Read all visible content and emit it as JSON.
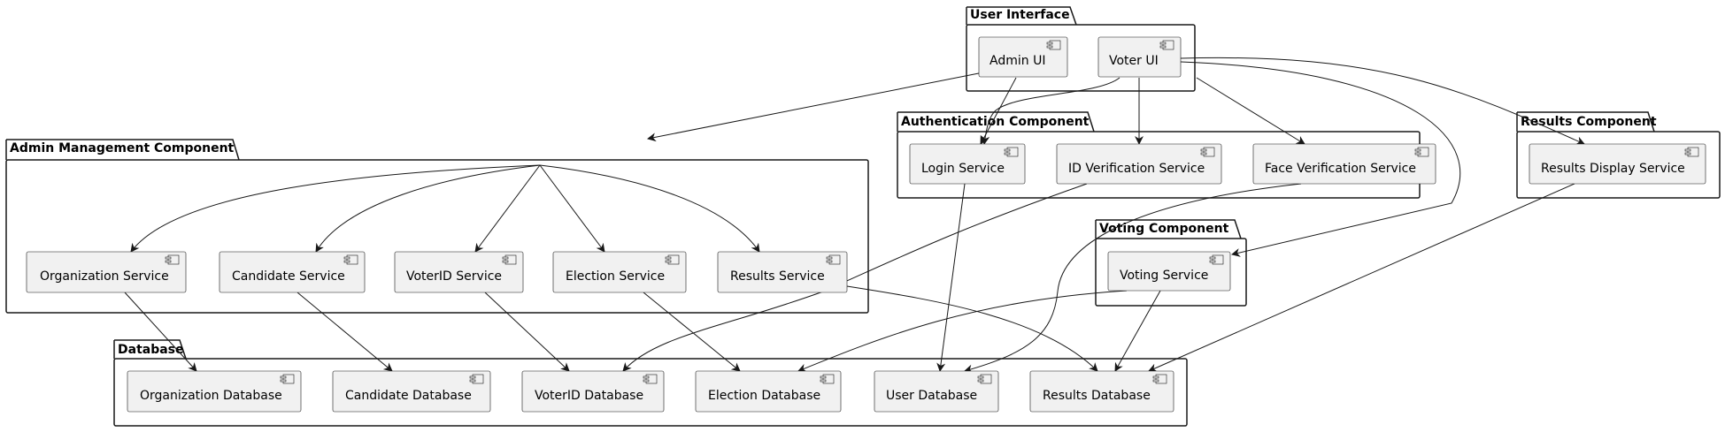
{
  "packages": {
    "user_interface": {
      "title": "User Interface"
    },
    "authentication": {
      "title": "Authentication Component"
    },
    "results": {
      "title": "Results Component"
    },
    "admin": {
      "title": "Admin Management Component"
    },
    "voting": {
      "title": "Voting Component"
    },
    "database": {
      "title": "Database"
    }
  },
  "components": {
    "admin_ui": {
      "label": "Admin UI"
    },
    "voter_ui": {
      "label": "Voter UI"
    },
    "login_service": {
      "label": "Login Service"
    },
    "id_verification_service": {
      "label": "ID Verification Service"
    },
    "face_verification_service": {
      "label": "Face Verification Service"
    },
    "results_display_service": {
      "label": "Results Display Service"
    },
    "organization_service": {
      "label": "Organization Service"
    },
    "candidate_service": {
      "label": "Candidate Service"
    },
    "voterid_service": {
      "label": "VoterID Service"
    },
    "election_service": {
      "label": "Election Service"
    },
    "results_service": {
      "label": "Results Service"
    },
    "voting_service": {
      "label": "Voting Service"
    },
    "organization_database": {
      "label": "Organization Database"
    },
    "candidate_database": {
      "label": "Candidate Database"
    },
    "voterid_database": {
      "label": "VoterID Database"
    },
    "election_database": {
      "label": "Election Database"
    },
    "user_database": {
      "label": "User Database"
    },
    "results_database": {
      "label": "Results Database"
    }
  },
  "edges": [
    {
      "from": "admin_ui",
      "to": "admin"
    },
    {
      "from": "admin_ui",
      "to": "login_service"
    },
    {
      "from": "voter_ui",
      "to": "login_service"
    },
    {
      "from": "voter_ui",
      "to": "id_verification_service"
    },
    {
      "from": "voter_ui",
      "to": "face_verification_service"
    },
    {
      "from": "voter_ui",
      "to": "results_display_service"
    },
    {
      "from": "voter_ui",
      "to": "voting_service"
    },
    {
      "from": "admin",
      "to": "organization_service"
    },
    {
      "from": "admin",
      "to": "candidate_service"
    },
    {
      "from": "admin",
      "to": "voterid_service"
    },
    {
      "from": "admin",
      "to": "election_service"
    },
    {
      "from": "admin",
      "to": "results_service"
    },
    {
      "from": "organization_service",
      "to": "organization_database"
    },
    {
      "from": "candidate_service",
      "to": "candidate_database"
    },
    {
      "from": "voterid_service",
      "to": "voterid_database"
    },
    {
      "from": "election_service",
      "to": "election_database"
    },
    {
      "from": "results_service",
      "to": "results_database"
    },
    {
      "from": "login_service",
      "to": "user_database"
    },
    {
      "from": "id_verification_service",
      "to": "voterid_database"
    },
    {
      "from": "face_verification_service",
      "to": "user_database"
    },
    {
      "from": "voting_service",
      "to": "election_database"
    },
    {
      "from": "voting_service",
      "to": "results_database"
    },
    {
      "from": "results_display_service",
      "to": "results_database"
    }
  ]
}
